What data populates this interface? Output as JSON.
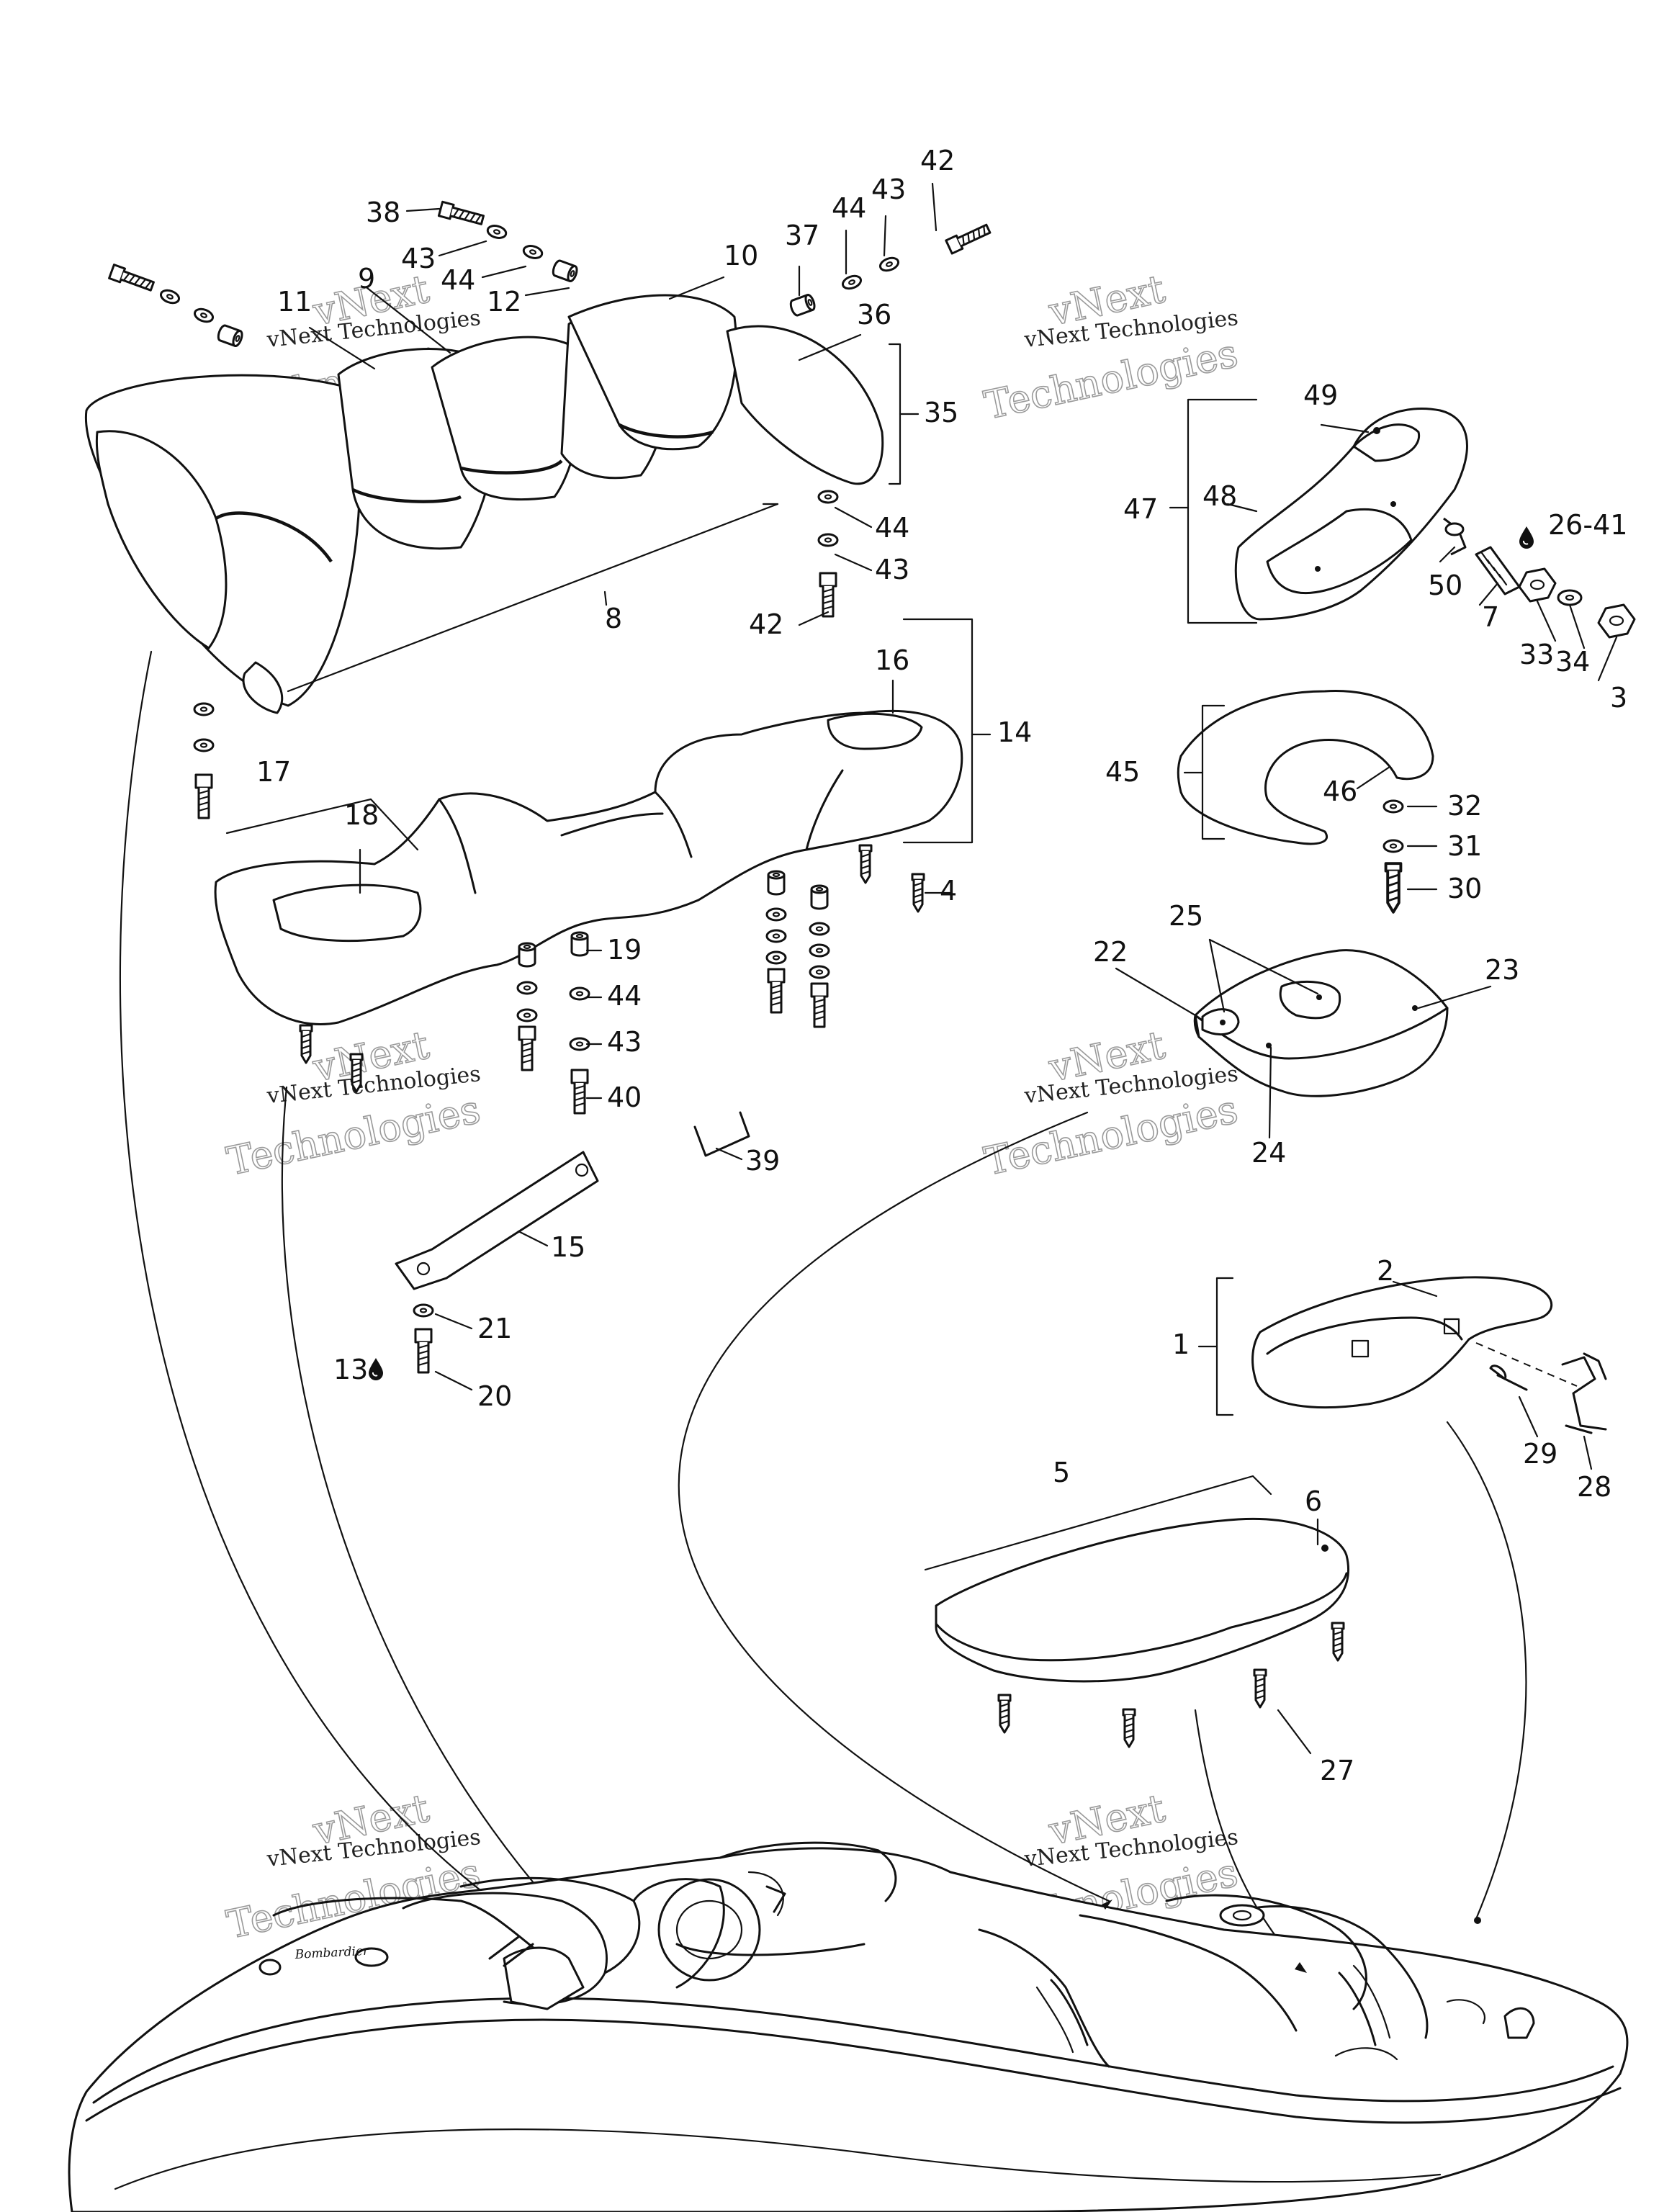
{
  "watermark": {
    "line1": "vNext Technologies",
    "big1": "vNext",
    "big2": "Technologies"
  },
  "boat": {
    "brand_text": "Bombardier"
  },
  "callouts": {
    "c1": "1",
    "c2": "2",
    "c3": "3",
    "c4": "4",
    "c5": "5",
    "c6": "6",
    "c7": "7",
    "c8": "8",
    "c9": "9",
    "c10": "10",
    "c11": "11",
    "c12": "12",
    "c13": "13",
    "c14": "14",
    "c15": "15",
    "c16": "16",
    "c17": "17",
    "c18": "18",
    "c19": "19",
    "c20": "20",
    "c21": "21",
    "c22": "22",
    "c23": "23",
    "c24": "24",
    "c25": "25",
    "c26_41": "26-41",
    "c27": "27",
    "c28": "28",
    "c29": "29",
    "c30": "30",
    "c31": "31",
    "c32": "32",
    "c33": "33",
    "c34": "34",
    "c35": "35",
    "c36": "36",
    "c37": "37",
    "c38": "38",
    "c39": "39",
    "c40": "40",
    "c42a": "42",
    "c42b": "42",
    "c43a": "43",
    "c43b": "43",
    "c43c": "43",
    "c43d": "43",
    "c44a": "44",
    "c44b": "44",
    "c44c": "44",
    "c44d": "44",
    "c45": "45",
    "c46": "46",
    "c47": "47",
    "c48": "48",
    "c49": "49",
    "c50": "50"
  }
}
